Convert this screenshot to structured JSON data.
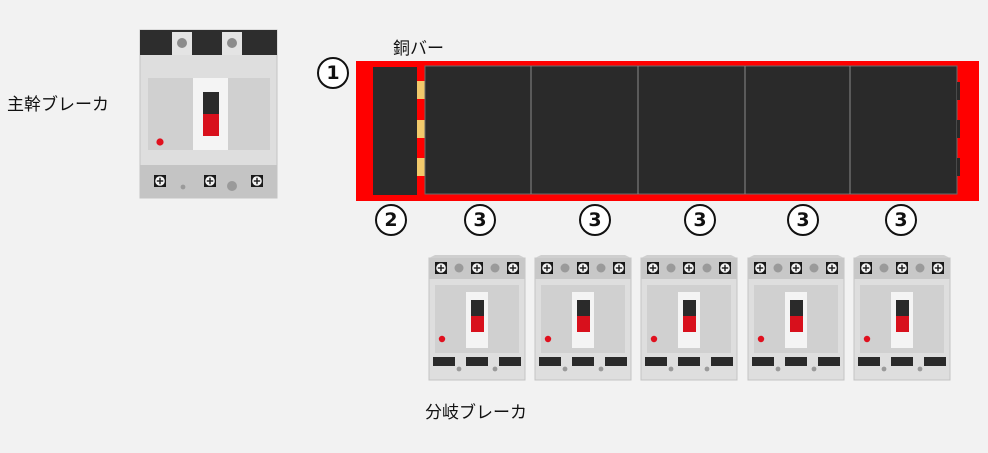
{
  "labels": {
    "main_breaker": "主幹ブレーカ",
    "copper_bar": "銅バー",
    "branch_breaker": "分岐ブレーカ"
  },
  "callouts": {
    "n1": "1",
    "n2": "2",
    "n3": "3"
  },
  "colors": {
    "background": "#f2f2f2",
    "bar_frame": "#ff0000",
    "panel_dark": "#2a2a2a",
    "busbar_gold": "#f2c96b",
    "breaker_body": "#dcdcdc",
    "switch_red": "#e0101e"
  }
}
